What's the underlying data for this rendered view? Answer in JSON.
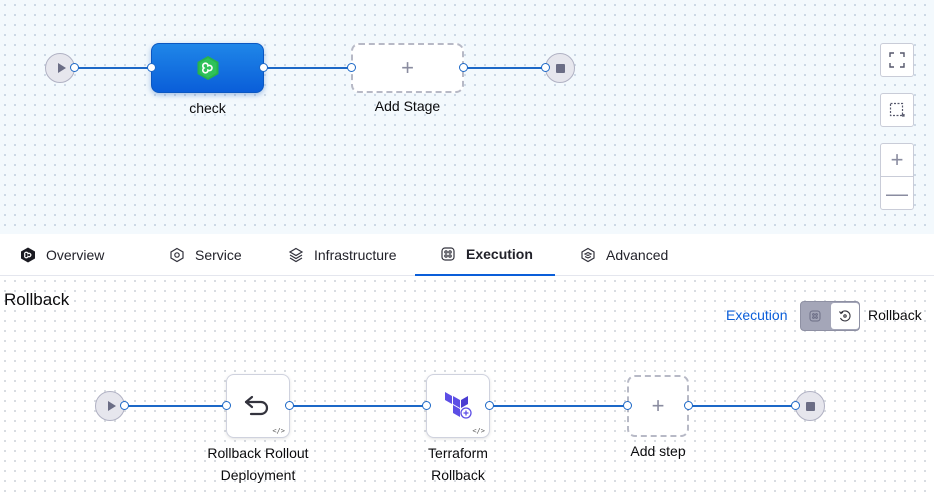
{
  "pipeline": {
    "stages": [
      {
        "label": "check",
        "icon": "loop-icon"
      }
    ],
    "add_stage_label": "Add Stage",
    "add_symbol": "+"
  },
  "canvas_tools": {
    "fit_icon": "fullscreen-icon",
    "select_icon": "selection-icon",
    "zoom_in": "+",
    "zoom_out": "—"
  },
  "tabs": [
    {
      "label": "Overview",
      "icon": "pipeline-icon",
      "active": false
    },
    {
      "label": "Service",
      "icon": "service-icon",
      "active": false
    },
    {
      "label": "Infrastructure",
      "icon": "infrastructure-icon",
      "active": false
    },
    {
      "label": "Execution",
      "icon": "execution-icon",
      "active": true
    },
    {
      "label": "Advanced",
      "icon": "advanced-icon",
      "active": false
    }
  ],
  "section": {
    "title": "Rollback",
    "mode_execution": "Execution",
    "mode_rollback": "Rollback"
  },
  "steps": [
    {
      "label_line1": "Rollback Rollout",
      "label_line2": "Deployment",
      "icon": "undo-icon"
    },
    {
      "label_line1": "Terraform",
      "label_line2": "Rollback",
      "icon": "terraform-icon"
    }
  ],
  "add_step_label": "Add step",
  "code_mark": "</>",
  "colors": {
    "accent": "#0a5ed9",
    "edge": "#1c68c7",
    "terraform": "#5c4ee5"
  }
}
